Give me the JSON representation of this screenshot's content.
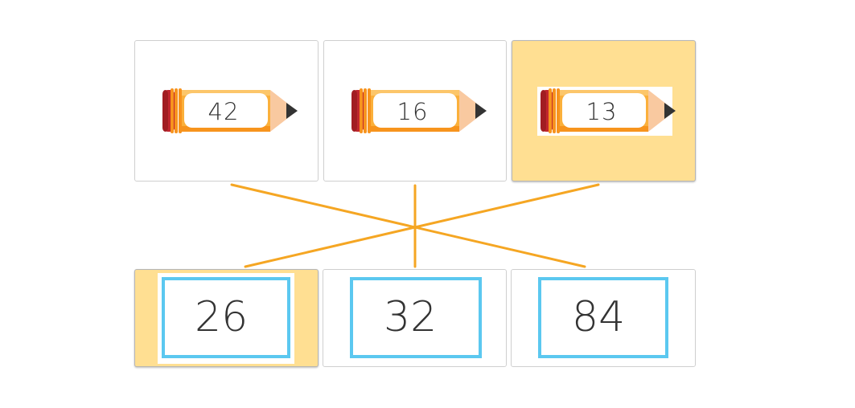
{
  "colors": {
    "highlight": "#ffdf92",
    "connector": "#f5a623",
    "number_border": "#5bc8f0",
    "pencil_body": "#fbb03b",
    "pencil_eraser": "#c1272d"
  },
  "pencils": [
    {
      "value": "42",
      "selected": false,
      "icon": "pencil-icon"
    },
    {
      "value": "16",
      "selected": false,
      "icon": "pencil-icon"
    },
    {
      "value": "13",
      "selected": true,
      "icon": "pencil-icon"
    }
  ],
  "numbers": [
    {
      "value": "26",
      "selected": true
    },
    {
      "value": "32",
      "selected": false
    },
    {
      "value": "84",
      "selected": false
    }
  ],
  "matches": [
    {
      "pencil": 0,
      "number": 2
    },
    {
      "pencil": 1,
      "number": 1
    },
    {
      "pencil": 2,
      "number": 0
    }
  ]
}
